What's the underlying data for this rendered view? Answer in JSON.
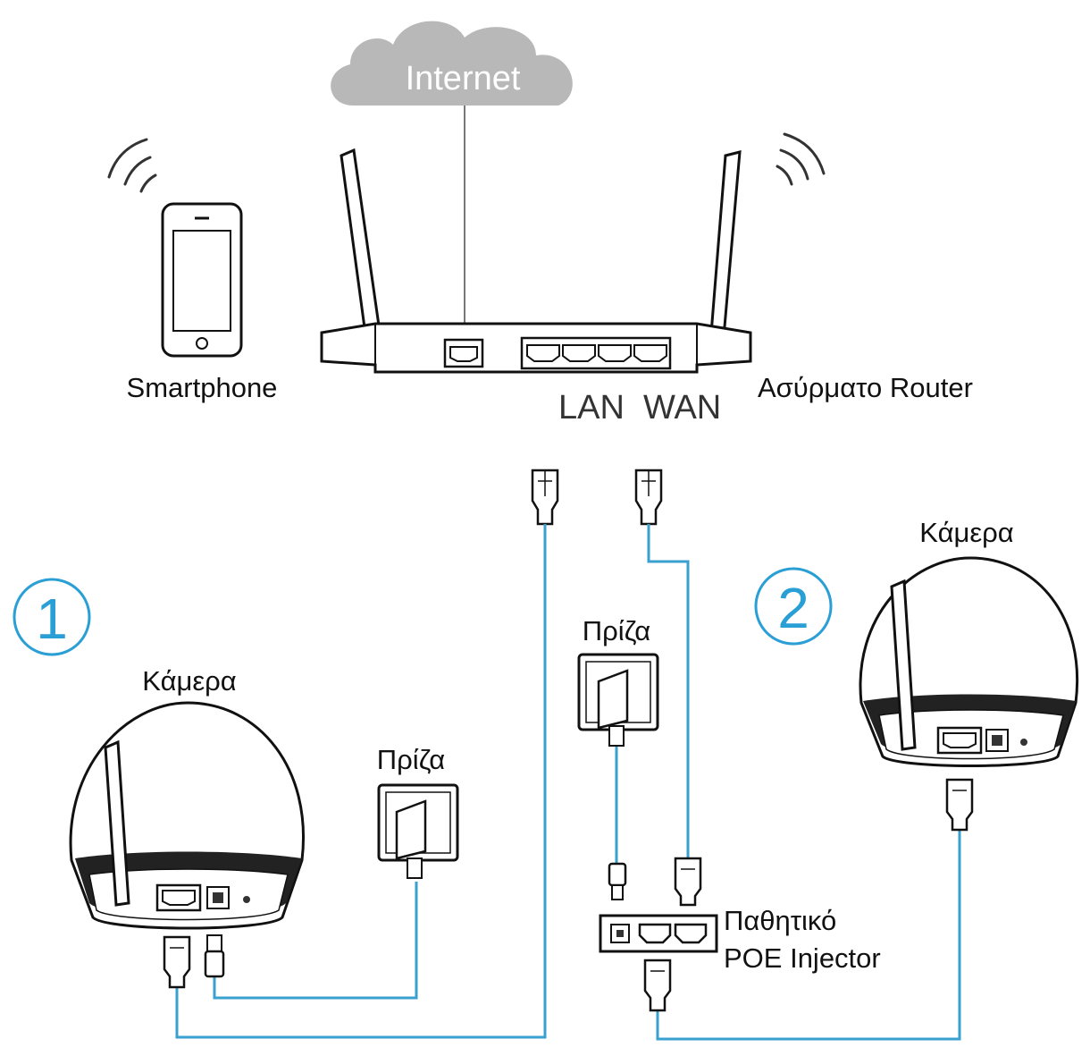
{
  "colors": {
    "cable": "#3aa0d0",
    "accent_circle": "#2a9fd6",
    "cloud": "#b8b8b8",
    "line": "#111111"
  },
  "labels": {
    "internet": "Internet",
    "smartphone": "Smartphone",
    "router": "Ασύρματο Router",
    "lan": "LAN",
    "wan": "WAN",
    "camera_1": "Κάμερα",
    "camera_2": "Κάμερα",
    "outlet_1": "Πρίζα",
    "outlet_2": "Πρίζα",
    "injector_line1": "Παθητικό",
    "injector_line2": "POE Injector",
    "step_1": "1",
    "step_2": "2"
  },
  "icons": [
    "cloud-icon",
    "wifi-signal-icon",
    "smartphone-icon",
    "router-icon",
    "ethernet-plug-icon",
    "power-plug-icon",
    "wall-outlet-icon",
    "camera-icon",
    "poe-injector-icon"
  ]
}
